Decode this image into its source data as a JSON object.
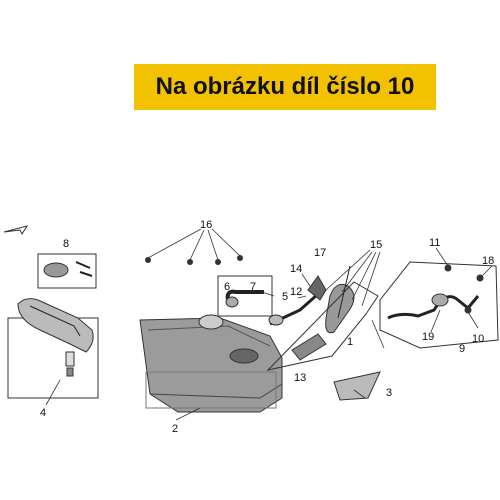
{
  "banner": {
    "text": "Na obrázku díl číslo 10",
    "color": "#f2c200"
  },
  "callouts": [
    "1",
    "2",
    "3",
    "4",
    "5",
    "6",
    "7",
    "8",
    "9",
    "10",
    "11",
    "12",
    "13",
    "14",
    "15",
    "16",
    "17",
    "18",
    "19"
  ],
  "icons": [
    "arrow-icon"
  ]
}
